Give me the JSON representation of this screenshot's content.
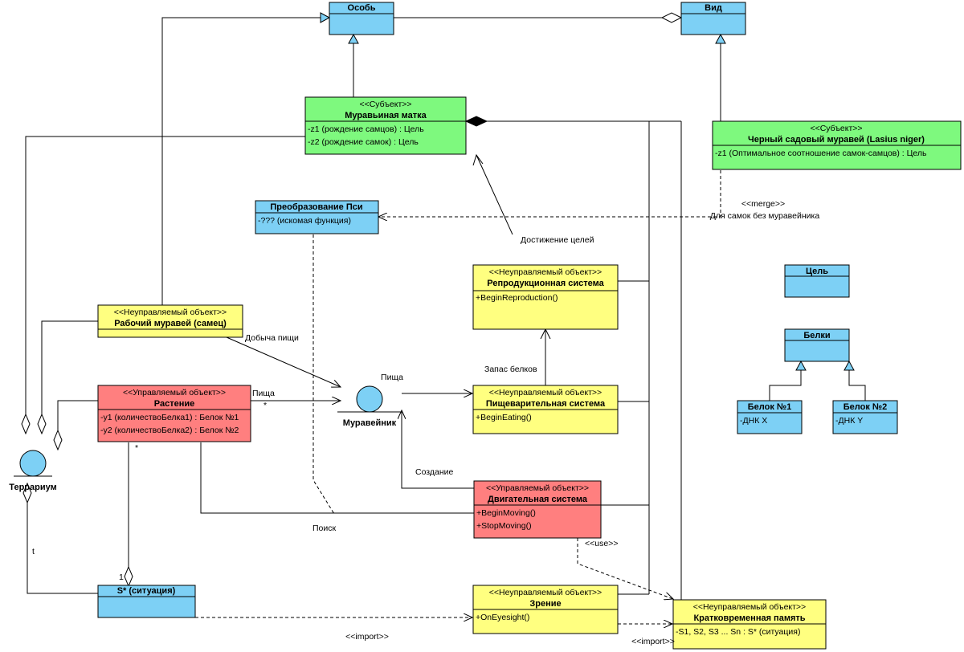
{
  "colors": {
    "blue": "#7dd0f5",
    "green": "#7ef97e",
    "yellow": "#ffff80",
    "red": "#ff7f7f"
  },
  "classes": {
    "osob": {
      "name": "Особь"
    },
    "vid": {
      "name": "Вид"
    },
    "matka": {
      "stereotype": "<<Субъект>>",
      "name": "Муравьиная матка",
      "attributes": [
        "-z1 (рождение самцов) : Цель",
        "-z2 (рождение самок) : Цель"
      ]
    },
    "cherny": {
      "stereotype": "<<Субъект>>",
      "name": "Черный садовый муравей (Lasius niger)",
      "attributes": [
        "-z1 (Оптимальное соотношение самок-самцов) : Цель"
      ]
    },
    "preobraz": {
      "name": "Преобразование Пси",
      "attributes": [
        "-??? (искомая функция)"
      ]
    },
    "repro": {
      "stereotype": "<<Неуправляемый объект>>",
      "name": "Репродукционная система",
      "operations": [
        "+BeginReproduction()"
      ]
    },
    "rabochiy": {
      "stereotype": "<<Неуправляемый объект>>",
      "name": "Рабочий муравей (самец)"
    },
    "rastenie": {
      "stereotype": "<<Управляемый объект>>",
      "name": "Растение",
      "attributes": [
        "-y1 (количествоБелка1) : Белок №1",
        "-y2 (количествоБелка2) : Белок №2"
      ]
    },
    "pishch": {
      "stereotype": "<<Неуправляемый объект>>",
      "name": "Пищеварительная система",
      "operations": [
        "+BeginEating()"
      ]
    },
    "dvig": {
      "stereotype": "<<Управляемый объект>>",
      "name": "Двигательная система",
      "operations": [
        "+BeginMoving()",
        "+StopMoving()"
      ]
    },
    "situaciya": {
      "name": "S* (ситуация)"
    },
    "zrenie": {
      "stereotype": "<<Неуправляемый объект>>",
      "name": "Зрение",
      "operations": [
        "+OnEyesight()"
      ]
    },
    "pamyat": {
      "stereotype": "<<Неуправляемый объект>>",
      "name": "Кратковременная память",
      "attributes": [
        "-S1, S2, S3 ... Sn : S* (ситуация)"
      ]
    },
    "cel": {
      "name": "Цель"
    },
    "belki": {
      "name": "Белки"
    },
    "belok1": {
      "name": "Белок №1",
      "attributes": [
        "-ДНК X"
      ]
    },
    "belok2": {
      "name": "Белок №2",
      "attributes": [
        "-ДНК Y"
      ]
    }
  },
  "actors": {
    "terrarium": {
      "name": "Террариум"
    },
    "muraveynik": {
      "name": "Муравейник",
      "top_label": "Пища"
    }
  },
  "labels": {
    "merge": "<<merge>>",
    "merge_note": "Для самок без муравейника",
    "dostizhenie": "Достижение целей",
    "dobycha": "Добыча пищи",
    "pishcha": "Пища",
    "star": "*",
    "star2": "*",
    "zapas": "Запас белков",
    "sozdanie": "Создание",
    "poisk": "Поиск",
    "use": "<<use>>",
    "import1": "<<import>>",
    "import2": "<<import>>",
    "t": "t",
    "one": "1"
  }
}
